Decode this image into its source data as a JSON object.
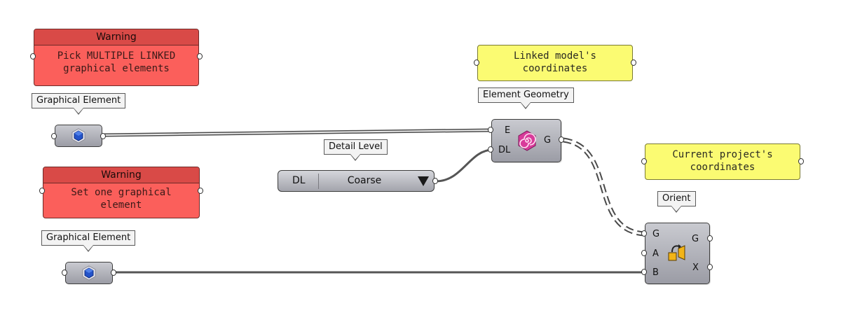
{
  "warnings": [
    {
      "title": "Warning",
      "message": "Pick MULTIPLE LINKED\ngraphical elements"
    },
    {
      "title": "Warning",
      "message": "Set one graphical\nelement"
    }
  ],
  "notes": [
    {
      "text": "Linked model's\ncoordinates"
    },
    {
      "text": "Current project's\ncoordinates"
    }
  ],
  "tooltips": {
    "graphical_element_1": "Graphical Element",
    "graphical_element_2": "Graphical Element",
    "element_geometry": "Element Geometry",
    "detail_level": "Detail Level",
    "orient": "Orient"
  },
  "element_geometry": {
    "inputs": [
      "E",
      "DL"
    ],
    "outputs": [
      "G"
    ],
    "icon": "hexagon-spiral-icon"
  },
  "detail_level": {
    "label": "DL",
    "value": "Coarse",
    "icon": "dropdown-arrow-icon"
  },
  "orient": {
    "inputs": [
      "G",
      "A",
      "B"
    ],
    "outputs": [
      "G",
      "X"
    ],
    "icon": "orient-icon"
  },
  "graphical_element_icon": "blue-hexagon-icon",
  "colors": {
    "warning_bg": "#fb5f5b",
    "note_bg": "#fbfb72",
    "component_bg": "#b3b4bb",
    "wire": "#555555"
  }
}
